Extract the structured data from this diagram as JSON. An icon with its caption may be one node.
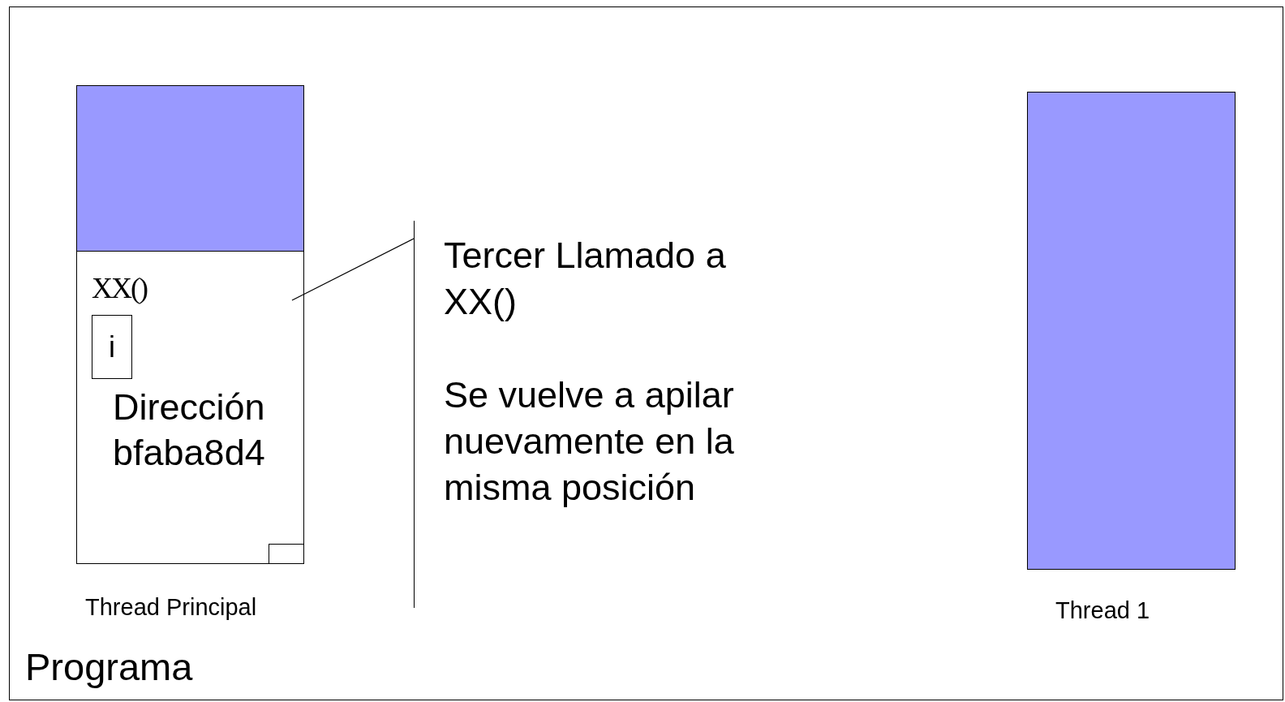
{
  "diagram": {
    "nodes": [
      {
        "text": [
          "Programa"
        ]
      },
      {
        "text": [
          "Thread Principal"
        ],
        "in": 0
      },
      {
        "text": [],
        "shape": "box",
        "in": 1
      },
      {
        "text": [
          "XX()",
          "Dirección bfaba8d4"
        ],
        "in": 1
      },
      {
        "text": [
          "i"
        ],
        "in": 3
      },
      {
        "text": [],
        "shape": "box",
        "in": 3
      },
      {
        "text": [
          "Thread 1"
        ],
        "in": 0
      },
      {
        "text": [
          "Tercer Llamado a XX()",
          "Se vuelve a apilar nuevamente en la misma posición"
        ],
        "in": 0
      }
    ],
    "edges": [
      {
        "from": 7,
        "to": 3,
        "arrow": "none"
      }
    ]
  }
}
